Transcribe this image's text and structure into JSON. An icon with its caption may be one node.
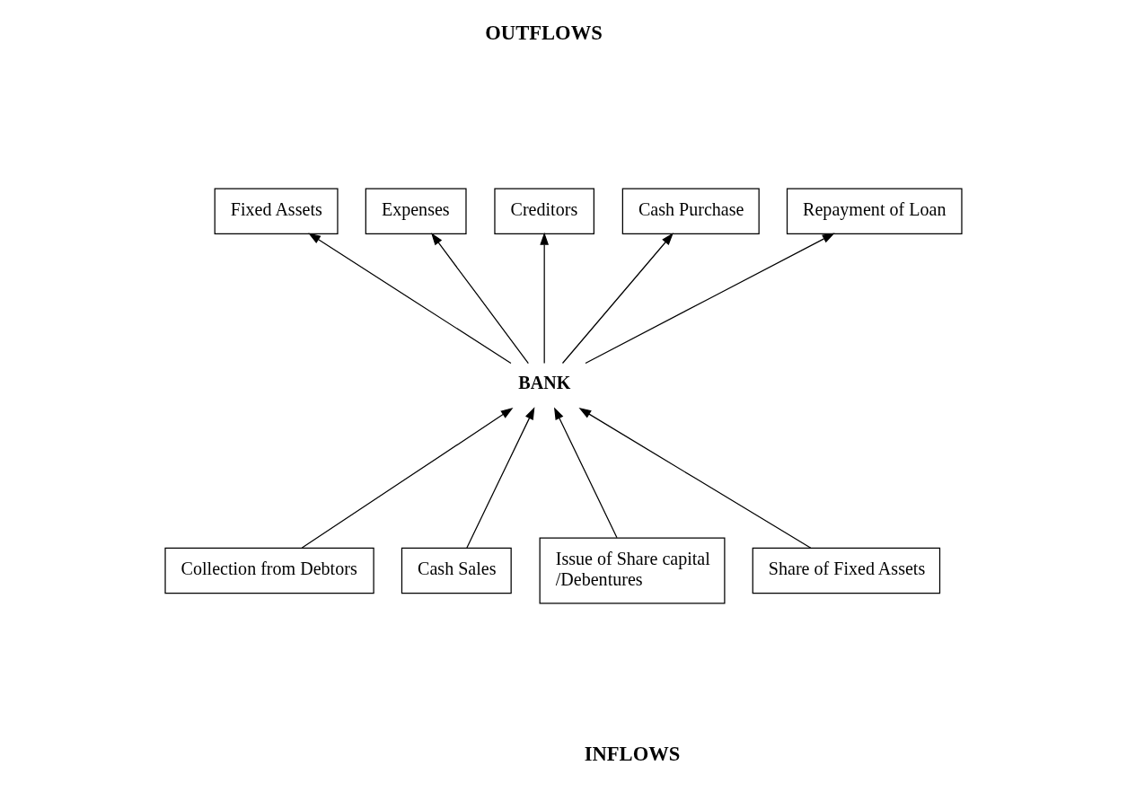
{
  "diagram": {
    "nodes": [
      {
        "text": [
          "Fixed Assets"
        ]
      },
      {
        "text": [
          "Expenses"
        ]
      },
      {
        "text": [
          "Creditors"
        ]
      },
      {
        "text": [
          "Cash Purchase"
        ]
      },
      {
        "text": [
          "Repayment of Loan"
        ]
      },
      {
        "text": [
          "BANK"
        ]
      },
      {
        "text": [
          "Collection from Debtors"
        ]
      },
      {
        "text": [
          "Cash Sales"
        ]
      },
      {
        "text": [
          "Issue of Share capital /Debentures"
        ]
      },
      {
        "text": [
          "Share of Fixed Assets"
        ]
      }
    ],
    "edges": [
      {
        "from": 5,
        "to": 0,
        "arrow": "to"
      },
      {
        "from": 5,
        "to": 1,
        "arrow": "to"
      },
      {
        "from": 5,
        "to": 2,
        "arrow": "to"
      },
      {
        "from": 5,
        "to": 3,
        "arrow": "to"
      },
      {
        "from": 5,
        "to": 4,
        "arrow": "to"
      },
      {
        "from": 6,
        "to": 5,
        "arrow": "to"
      },
      {
        "from": 7,
        "to": 5,
        "arrow": "to"
      },
      {
        "from": 8,
        "to": 5,
        "arrow": "to"
      },
      {
        "from": 9,
        "to": 5,
        "arrow": "to"
      }
    ],
    "labels": [
      "OUTFLOWS",
      "INFLOWS"
    ]
  }
}
